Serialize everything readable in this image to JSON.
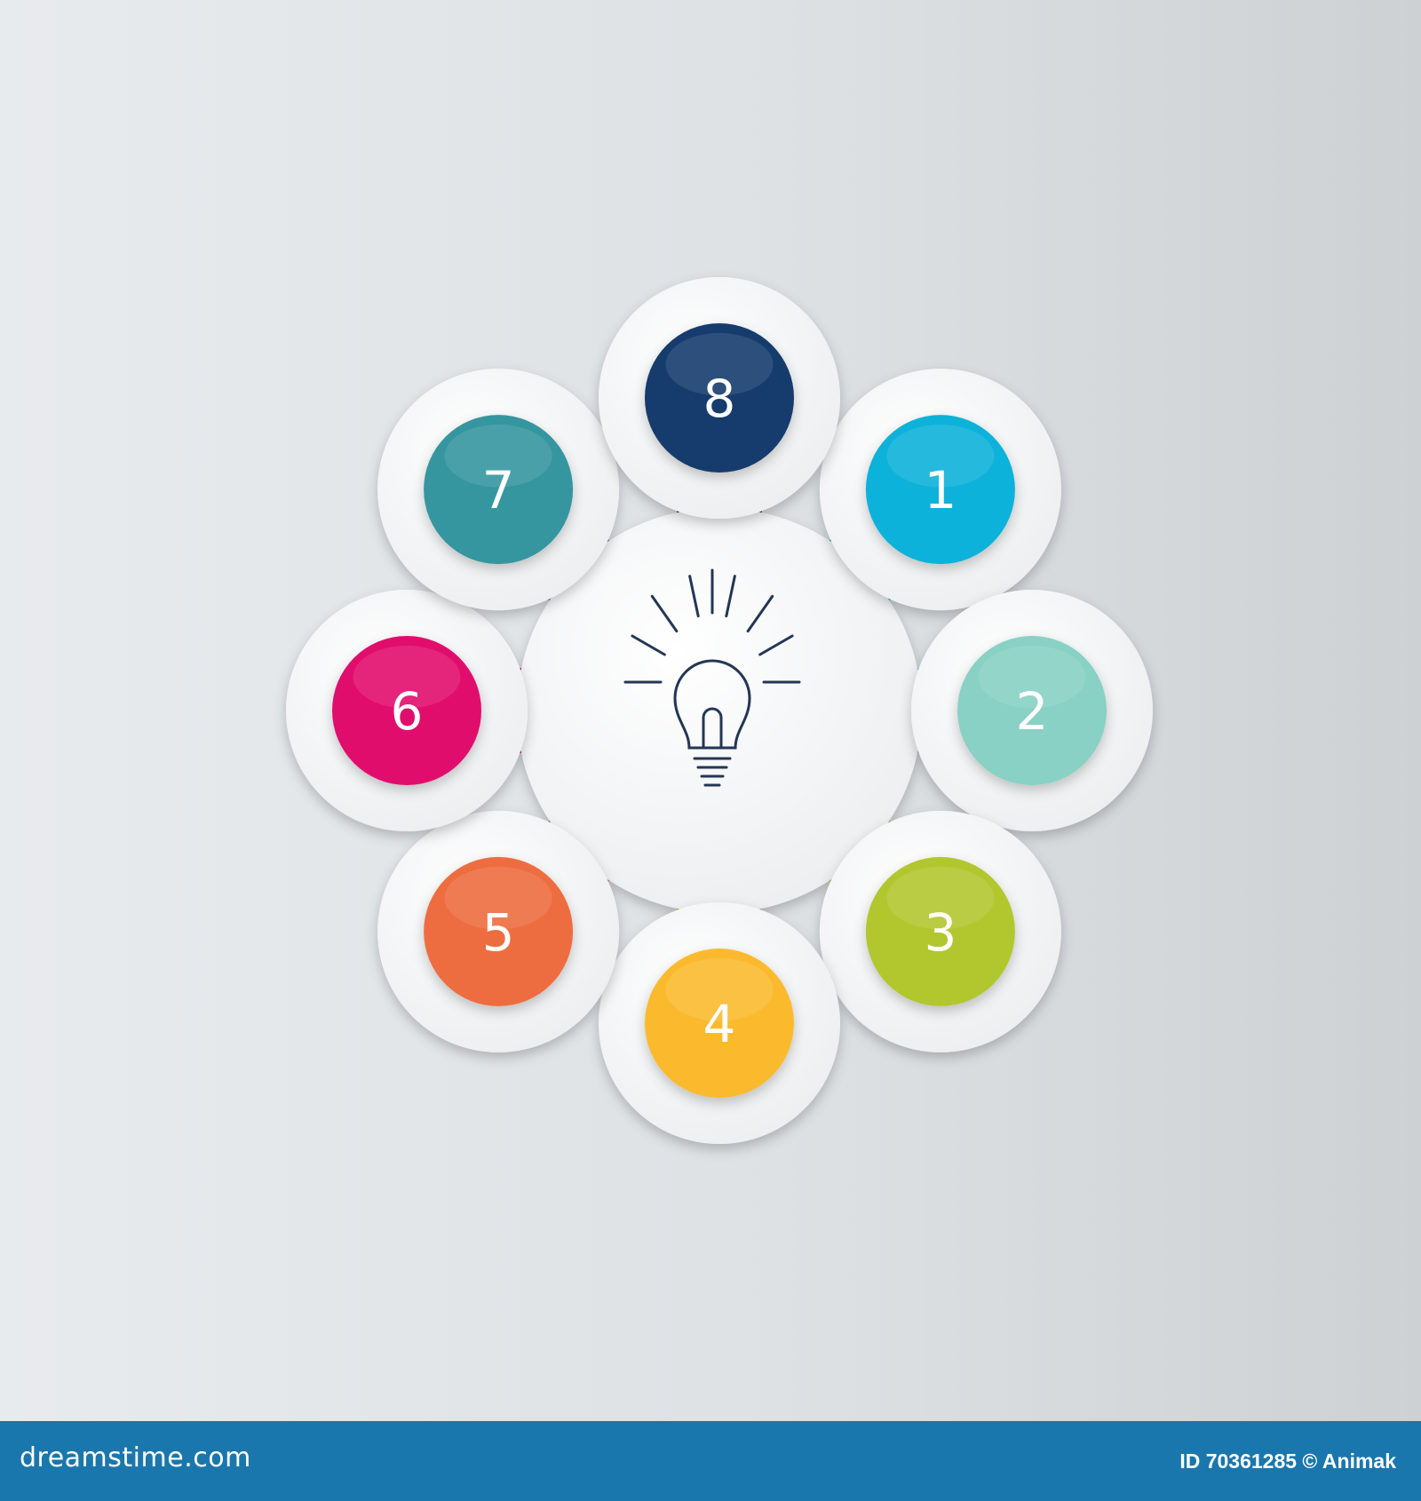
{
  "colors": {
    "node1": "#0db2da",
    "node2": "#88d1c4",
    "node3": "#b2c72f",
    "node4": "#fbba2f",
    "node5": "#ee6d3f",
    "node6": "#e1116d",
    "node7": "#36969f",
    "node8": "#153b6d",
    "footer": "#1a77ad"
  },
  "center": {
    "icon": "lightbulb-icon"
  },
  "nodes": [
    {
      "label": "1",
      "color": "#0db2da"
    },
    {
      "label": "2",
      "color": "#88d1c4"
    },
    {
      "label": "3",
      "color": "#b2c72f"
    },
    {
      "label": "4",
      "color": "#fbba2f"
    },
    {
      "label": "5",
      "color": "#ee6d3f"
    },
    {
      "label": "6",
      "color": "#e1116d"
    },
    {
      "label": "7",
      "color": "#36969f"
    },
    {
      "label": "8",
      "color": "#153b6d"
    }
  ],
  "footer": {
    "brand": "dreamstime.com",
    "credit": "ID 70361285 © Animak"
  }
}
